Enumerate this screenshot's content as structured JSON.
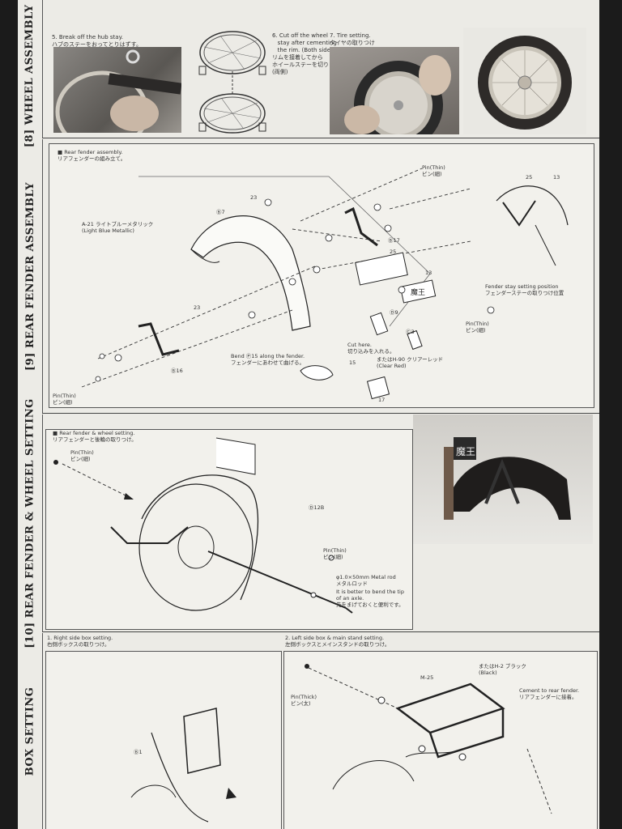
{
  "sections": {
    "s8": {
      "title": "[8] WHEEL ASSEMBLY B",
      "step5": "5. Break off the hub stay.\nハブのステーをおってとりはずす。",
      "step6": "6. Cut off the wheel\n   stay after cementing\n   the rim. (Both side)\nリムを接着してから\nホイールステーを切りとる。\n(両側)",
      "step7": "7. Tire setting.\nタイヤの取りつけ"
    },
    "s9": {
      "title": "[9] REAR FENDER ASSEMBLY",
      "subhead": "■ Rear fender assembly.\nリアフェンダーの組み立て。",
      "paint": "A-21 ライトブルーメタリック\n(Light Blue Metallic)",
      "pin_top": "Pin(Thin)\nピン(細)",
      "pin_right": "Pin(Thin)\nピン(細)",
      "pin_left": "Pin(Thin)\nピン(細)",
      "stay_note": "Fender stay setting position\nフェンダーステーの取りつけ位置",
      "cut_here": "Cut here.\n切り込みを入れる。",
      "bend_note": "Bend Ⓟ15 along the fender.\nフェンダーにあわせて曲げる。",
      "clear_red": "またはH-90 クリアーレッド\n(Clear Red)",
      "parts": {
        "b7": "Ⓑ7",
        "p23a": "23",
        "p23b": "23",
        "b17": "Ⓑ17",
        "p25": "25",
        "p13": "13",
        "d9": "Ⓓ9",
        "c3": "Ⓒ3",
        "b16": "Ⓑ16",
        "p15": "15",
        "p17": "17",
        "p25b": "25",
        "p13b": "13"
      }
    },
    "s10": {
      "title": "[10] REAR FENDER & WHEEL SETTING",
      "subhead": "■ Rear fender & wheel setting.\nリアフェンダーと後輪の取りつけ。",
      "pin": "Pin(Thin)\nピン(細)",
      "pin2": "Pin(Thin)\nピン(細)",
      "d12b": "Ⓓ12B",
      "rod": "φ1.0×50mm Metal rod\nメタルロッド",
      "tip": "It is better to bend the tip\nof an axle.\n先をまげておくと便利です。",
      "plate": "魔王"
    },
    "s11": {
      "title": "BOX SETTING",
      "step1": "1. Right side box setting.\n右側ボックスの取りつけ。",
      "step2": "2. Left side box & main stand setting.\n左側ボックスとメインスタンドの取りつけ。",
      "black": "またはH-2 ブラック\n(Black)",
      "cement": "Cement to rear fender.\nリアフェンダーに接着。",
      "pin_thick": "Pin(Thick)\nピン(太)",
      "b1": "Ⓑ1",
      "m25": "M-25"
    }
  }
}
